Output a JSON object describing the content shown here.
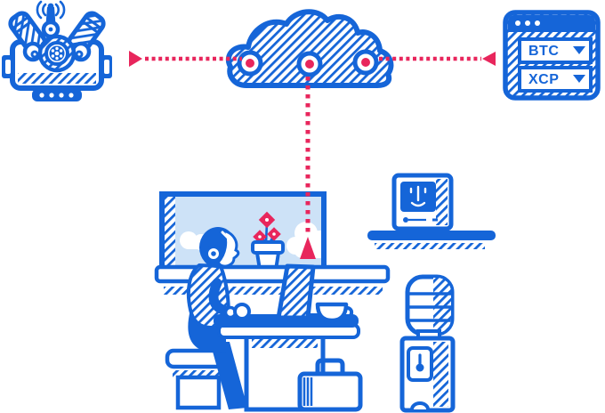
{
  "colors": {
    "primary_blue": "#1565d8",
    "sky_blue": "#cde2f7",
    "accent_pink": "#e8265c",
    "white": "#ffffff"
  },
  "exchange_window": {
    "titlebar_dots": 3,
    "pairs": [
      {
        "label": "BTC",
        "icon": "dropdown-arrow-icon"
      },
      {
        "label": "XCP",
        "icon": "dropdown-arrow-icon"
      }
    ]
  },
  "network_cloud": {
    "node_count": 3,
    "node_dot_color": "#e8265c"
  },
  "connections": [
    {
      "name": "rig-to-cloud",
      "style": "dotted",
      "color": "#e8265c",
      "arrow": "points-right-into-cloud"
    },
    {
      "name": "cloud-to-exchange",
      "style": "dotted",
      "color": "#e8265c",
      "arrow": "points-left-into-cloud"
    },
    {
      "name": "cloud-to-workspace",
      "style": "dotted",
      "color": "#e8265c",
      "arrow": "points-up-into-cloud"
    }
  ],
  "scene_icons": [
    {
      "name": "mining-rig-robot-icon"
    },
    {
      "name": "radio-waves-icon"
    },
    {
      "name": "network-cloud-icon"
    },
    {
      "name": "exchange-browser-icon"
    },
    {
      "name": "office-window-icon"
    },
    {
      "name": "flower-pot-icon"
    },
    {
      "name": "person-with-headphones-icon"
    },
    {
      "name": "laptop-icon"
    },
    {
      "name": "coffee-cup-icon"
    },
    {
      "name": "desk-icon"
    },
    {
      "name": "stool-icon"
    },
    {
      "name": "briefcase-icon"
    },
    {
      "name": "retro-computer-icon"
    },
    {
      "name": "shelf-icon"
    },
    {
      "name": "water-cooler-icon"
    }
  ]
}
